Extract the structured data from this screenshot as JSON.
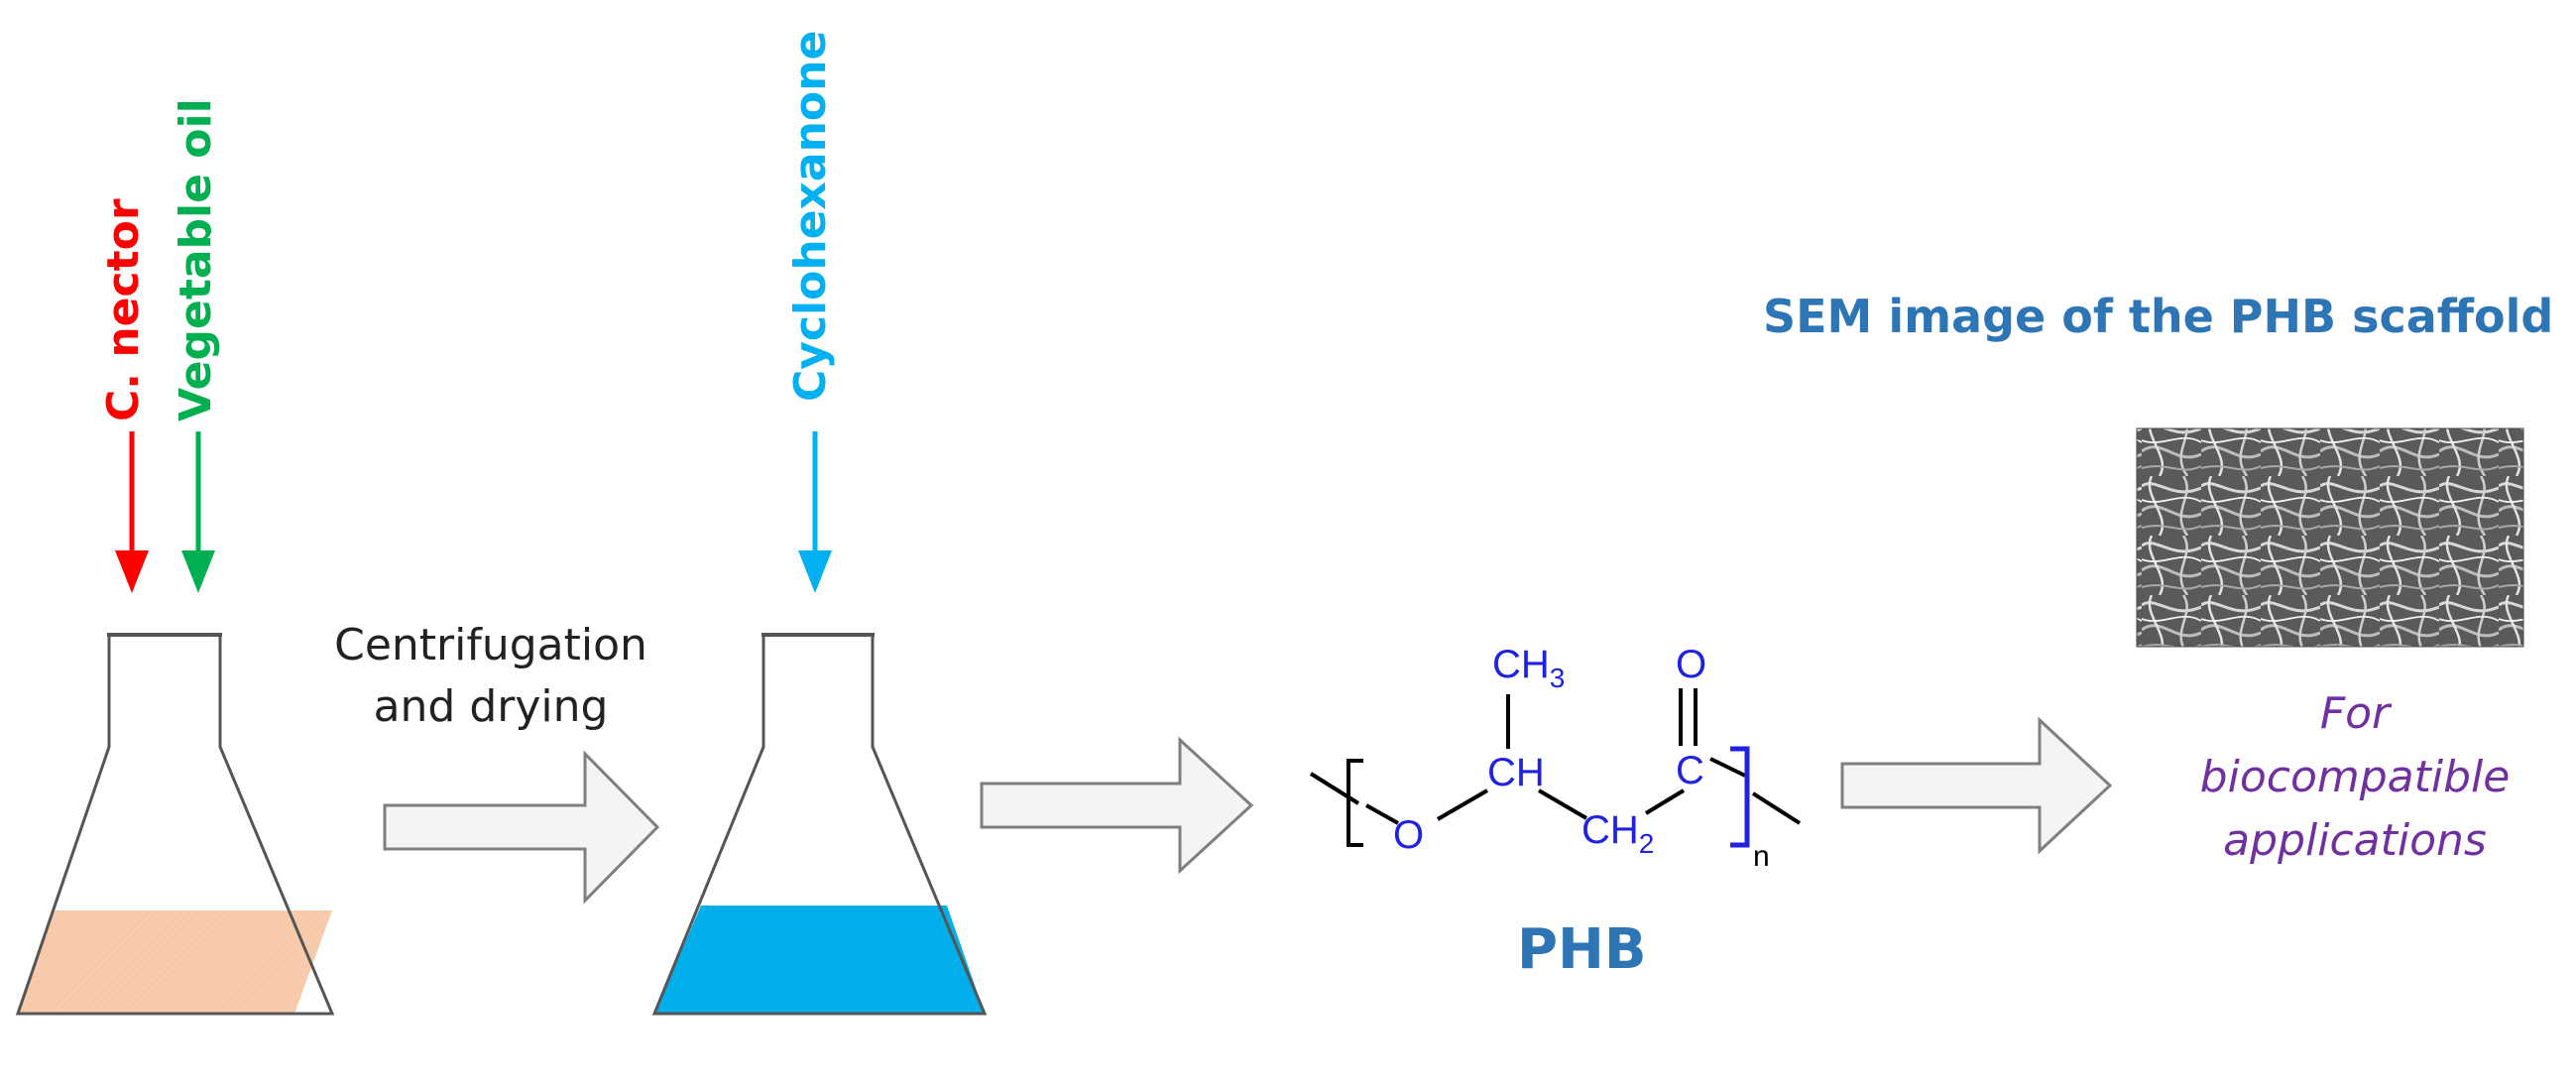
{
  "reagents": {
    "flask1": {
      "input1": "C. nector",
      "input2": "Vegetable oil"
    },
    "flask2": {
      "input": "Cyclohexanone"
    }
  },
  "steps": {
    "centrifugation_line1": "Centrifugation",
    "centrifugation_line2": "and drying"
  },
  "structure": {
    "name": "PHB",
    "ch3": "CH",
    "ch3_sub": "3",
    "ch": "CH",
    "ch2": "CH",
    "ch2_sub": "2",
    "carbonyl_c": "C",
    "carbonyl_o": "O",
    "ester_o": "O",
    "repeat_n": "n"
  },
  "sem": {
    "title": "SEM image of the PHB scaffold"
  },
  "application": {
    "line1": "For",
    "line2": "biocompatible",
    "line3": "applications"
  },
  "colors": {
    "red": "#ff0000",
    "green": "#00b050",
    "cyan": "#00b0f0",
    "blue_text": "#2e75b6",
    "purple": "#7030a0",
    "liquid1": "#f8cbad",
    "liquid2": "#00aeea"
  },
  "icons": [
    "down-arrow-icon",
    "flask-icon",
    "block-arrow-icon"
  ]
}
